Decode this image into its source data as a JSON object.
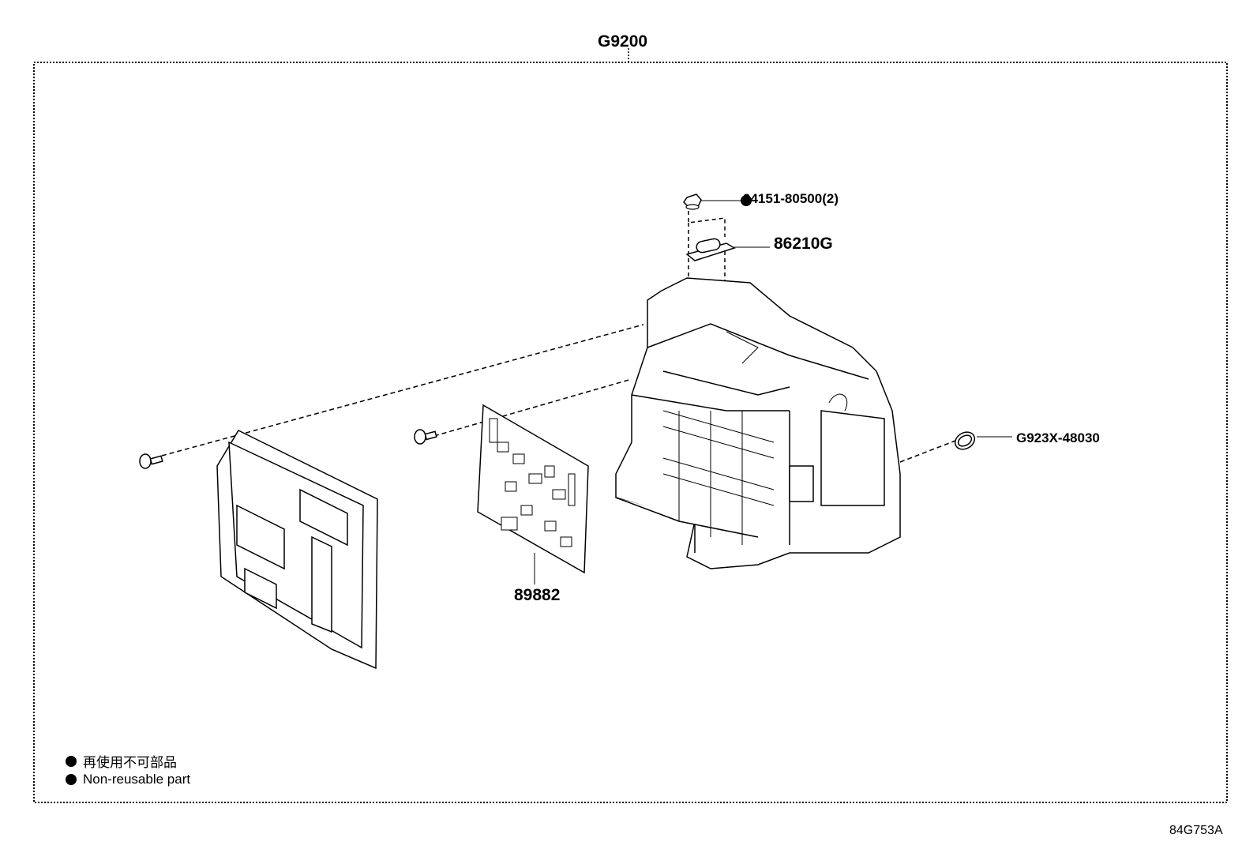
{
  "labels": {
    "assembly": "G9200",
    "nut": "94151-80500(2)",
    "relay": "86210G",
    "clamp": "G923X-48030",
    "board": "89882",
    "figure_code": "84G753A"
  },
  "legend": {
    "jp": "再使用不可部品",
    "en": "Non-reusable part"
  }
}
